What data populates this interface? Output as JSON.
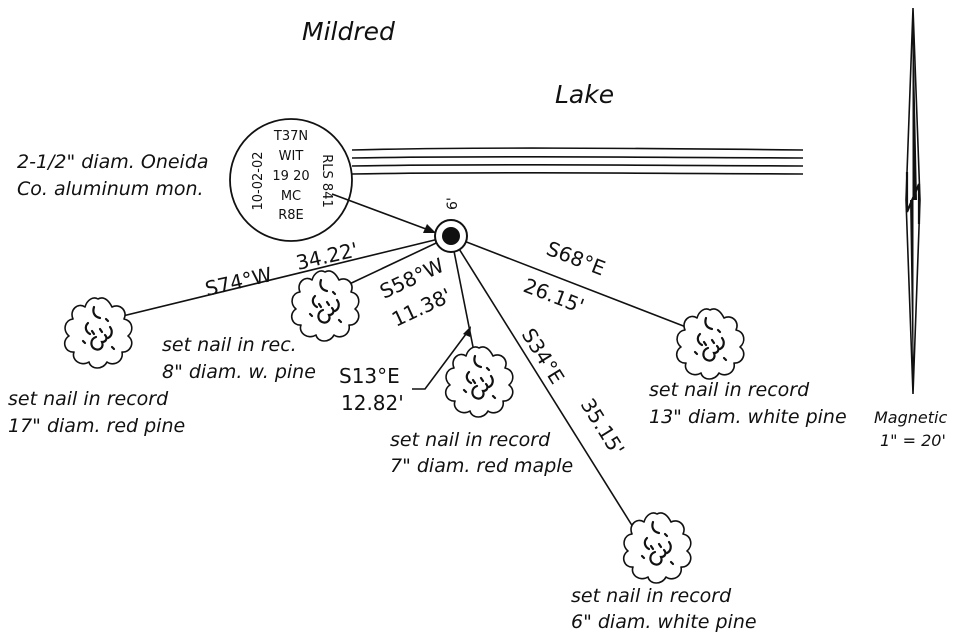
{
  "lake": {
    "word1": "Mildred",
    "word2": "Lake"
  },
  "monument": {
    "label_line1": "2-1/2\" diam. Oneida",
    "label_line2": "Co. aluminum mon.",
    "disk": {
      "date": "10-02-02",
      "line1": "T37N",
      "line2": "WIT",
      "line3": "19 20",
      "line4": "MC",
      "line5": "R8E",
      "rls": "RLS 841"
    },
    "offset": "6'"
  },
  "ties": [
    {
      "bearing": "S74°W",
      "distance": "34.22'",
      "note_line1": "set nail in record",
      "note_line2": "17\" diam. red pine"
    },
    {
      "bearing": "S58°W",
      "distance": "11.38'",
      "note_line1": "set nail in rec.",
      "note_line2": "8\" diam. w. pine"
    },
    {
      "bearing": "S13°E",
      "distance": "12.82'",
      "note_line1": "set nail in record",
      "note_line2": "7\" diam. red maple"
    },
    {
      "bearing": "S34°E",
      "distance": "35.15'",
      "note_line1": "set nail in record",
      "note_line2": "6\" diam. white pine"
    },
    {
      "bearing": "S68°E",
      "distance": "26.15'",
      "note_line1": "set nail in record",
      "note_line2": "13\" diam. white pine"
    }
  ],
  "north_arrow": {
    "label": "Magnetic",
    "scale": "1\" = 20'"
  }
}
